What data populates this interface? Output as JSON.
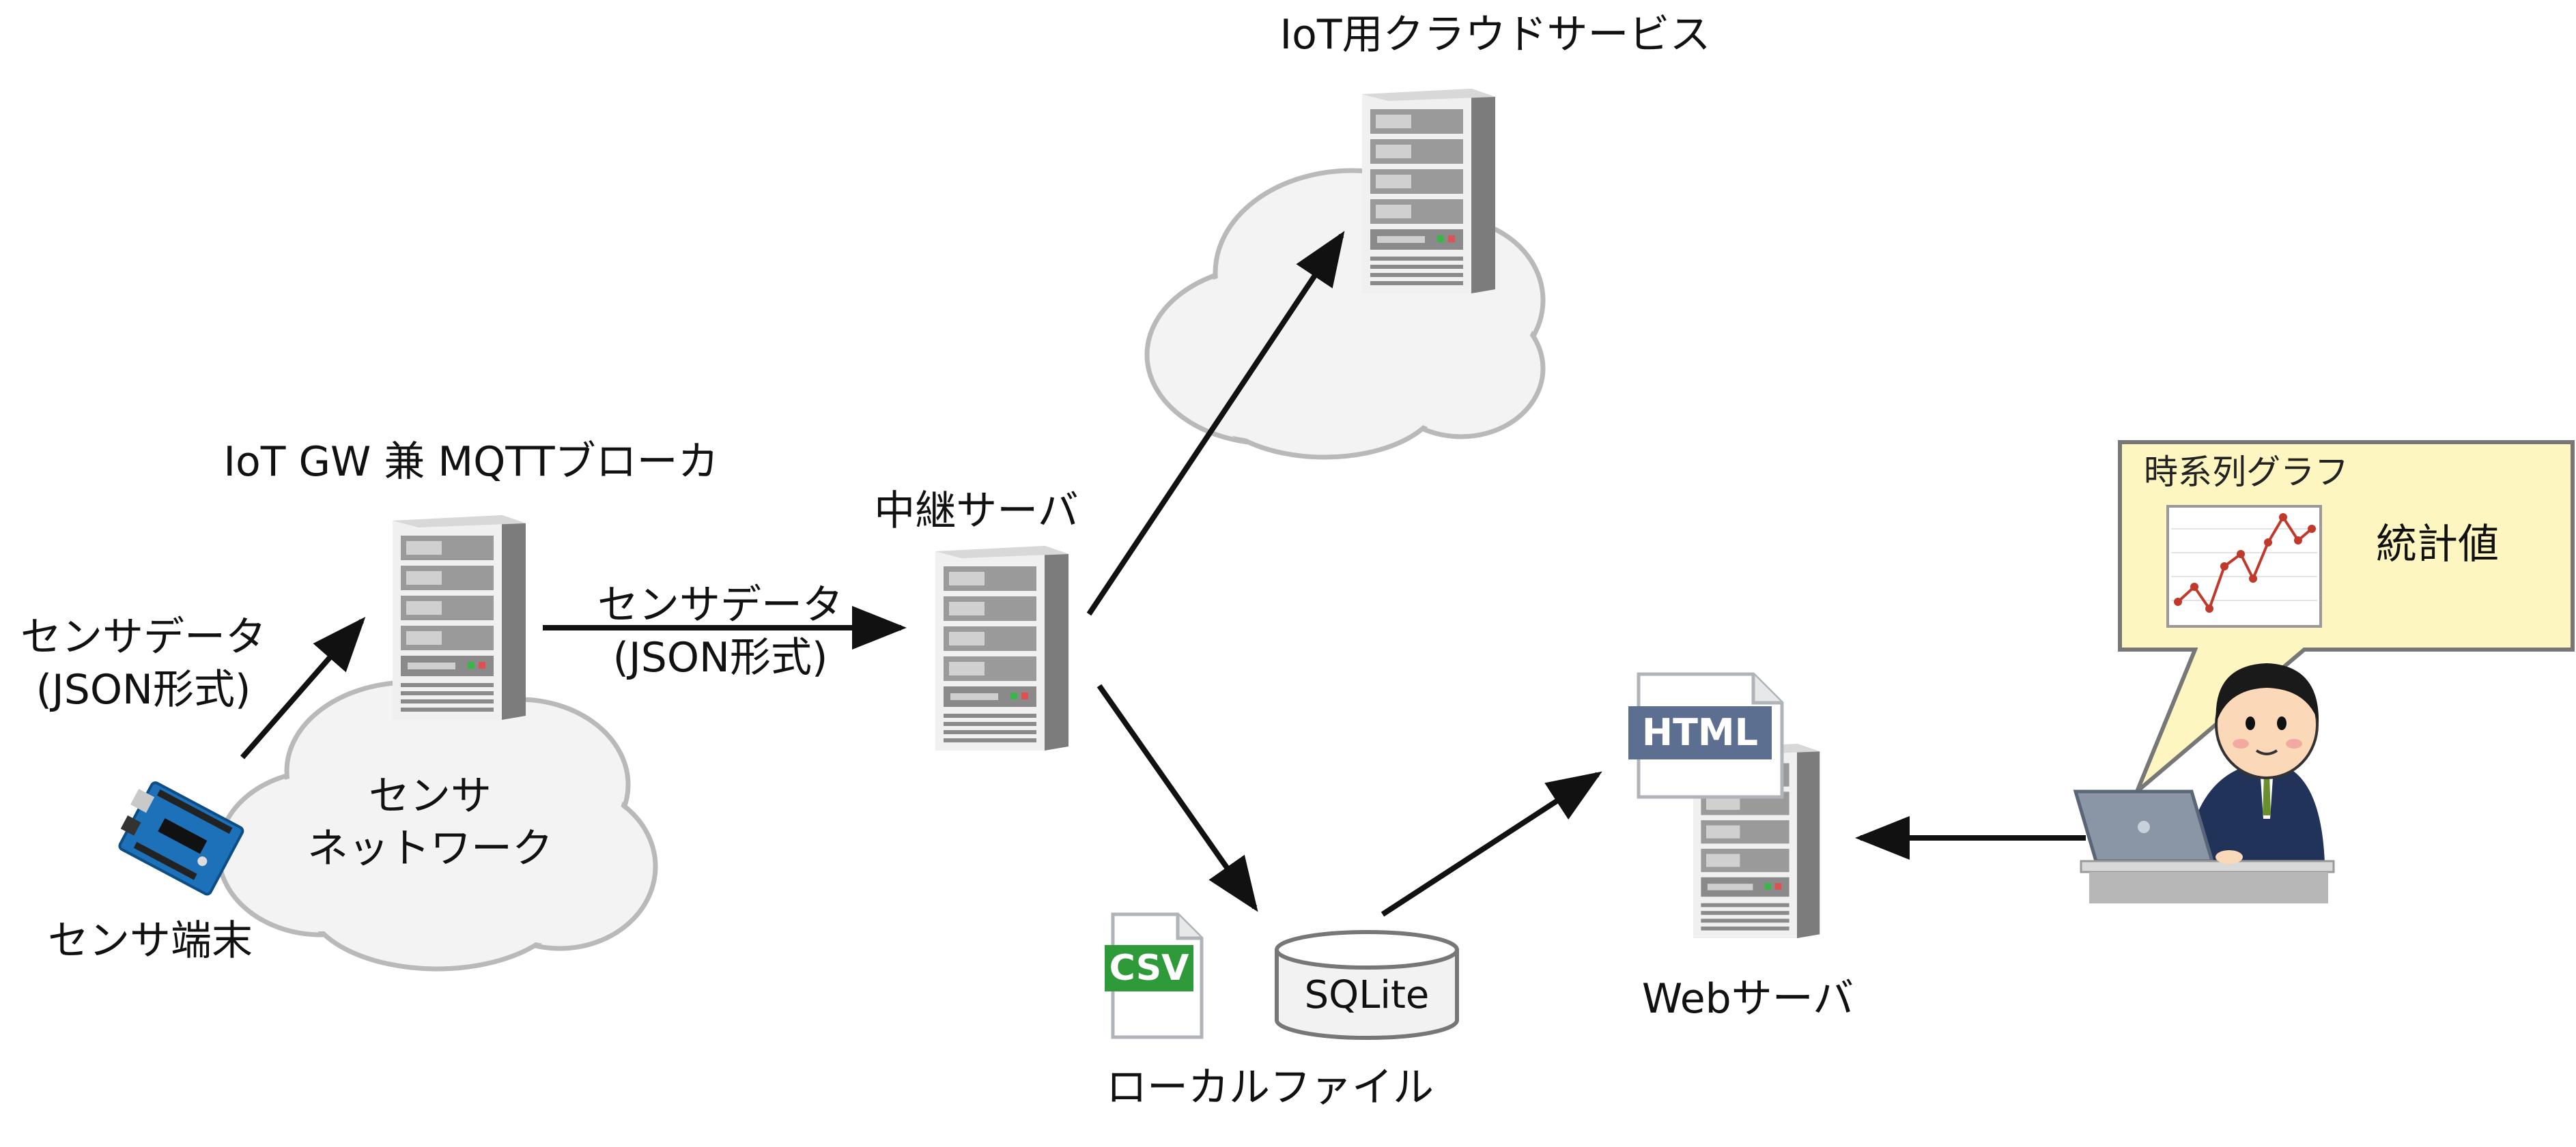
{
  "labels": {
    "cloud_service": "IoT用クラウドサービス",
    "gateway": "IoT GW 兼 MQTTブローカ",
    "relay_server": "中継サーバ",
    "sensor_data_left_1": "センサデータ",
    "sensor_data_left_2": "(JSON形式)",
    "sensor_data_mid_1": "センサデータ",
    "sensor_data_mid_2": "(JSON形式)",
    "sensor_network_1": "センサ",
    "sensor_network_2": "ネットワーク",
    "sensor_terminal": "センサ端末",
    "local_file": "ローカルファイル",
    "sqlite": "SQLite",
    "csv": "CSV",
    "html": "HTML",
    "web_server": "Webサーバ",
    "timeseries_graph": "時系列グラフ",
    "statistics": "統計値"
  },
  "icons": {
    "server": "server-tower-icon",
    "cloud": "cloud-icon",
    "database": "database-cylinder-icon",
    "csv_file": "csv-file-icon",
    "html_file": "html-file-icon",
    "arduino": "arduino-board-icon",
    "user": "user-at-laptop-icon"
  },
  "colors": {
    "arrow": "#111111",
    "cloud_fill": "#f3f3f3",
    "cloud_stroke": "#b9b9b9",
    "server_body": "#8f8f8f",
    "callout_fill": "#fdf6c0",
    "callout_stroke": "#777777",
    "csv_badge": "#2e9a3a",
    "html_badge": "#5d6f91",
    "graph_line": "#c0392b"
  }
}
